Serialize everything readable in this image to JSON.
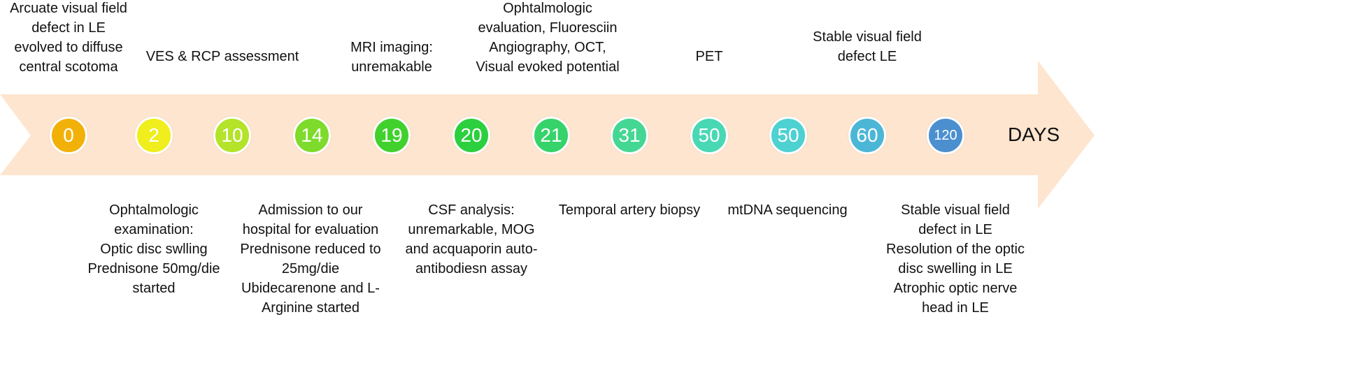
{
  "axis_label": "DAYS",
  "colors": {
    "arrow_fill": "#fde5cf"
  },
  "events": [
    {
      "day": "0",
      "color": "#f2b109",
      "top": "Arcuate visual field\ndefect in LE\nevolved to diffuse\ncentral scotoma",
      "bottom": ""
    },
    {
      "day": "2",
      "color": "#f0ee1c",
      "top": "",
      "bottom": "Ophtalmologic\nexamination:\nOptic disc swlling\nPrednisone 50mg/die\nstarted"
    },
    {
      "day": "10",
      "color": "#b4e32a",
      "top": "VES & RCP assessment",
      "bottom": ""
    },
    {
      "day": "14",
      "color": "#7edb2c",
      "top": "",
      "bottom": "Admission to our\nhospital for evaluation\nPrednisone reduced to\n25mg/die\nUbidecarenone and L-\nArginine started"
    },
    {
      "day": "19",
      "color": "#41d12d",
      "top": "MRI imaging:\nunremakable",
      "bottom": ""
    },
    {
      "day": "20",
      "color": "#2ccf3e",
      "top": "",
      "bottom": "CSF analysis:\nunremarkable, MOG\nand acquaporin auto-\nantibodiesn assay"
    },
    {
      "day": "21",
      "color": "#36d36a",
      "top": "Ophtalmologic\nevaluation, Fluoresciin\nAngiography, OCT,\nVisual evoked potential",
      "bottom": ""
    },
    {
      "day": "31",
      "color": "#44d793",
      "top": "",
      "bottom": "Temporal artery biopsy"
    },
    {
      "day": "50",
      "color": "#48d8b4",
      "top": "PET",
      "bottom": ""
    },
    {
      "day": "50",
      "color": "#4ed1d1",
      "top": "",
      "bottom": "mtDNA sequencing"
    },
    {
      "day": "60",
      "color": "#4cb6d6",
      "top": "Stable visual field\ndefect LE",
      "bottom": ""
    },
    {
      "day": "120",
      "color": "#4b8fcf",
      "top": "",
      "bottom": "Stable visual field\ndefect in LE\nResolution of the optic\ndisc swelling in LE\nAtrophic optic nerve\nhead in LE"
    }
  ]
}
